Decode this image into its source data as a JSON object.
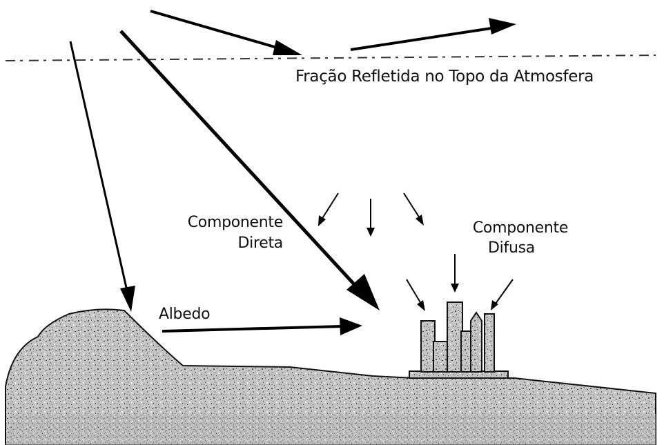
{
  "labels": {
    "top_reflected": "Fração Refletida no Topo da Atmosfera",
    "direct_line1": "Componente",
    "direct_line2": "Direta",
    "diffuse_line1": "Componente",
    "diffuse_line2": "Difusa",
    "albedo": "Albedo"
  },
  "colors": {
    "ink": "#111111",
    "ground_fill": "#bdbdbd",
    "background": "#ffffff"
  }
}
